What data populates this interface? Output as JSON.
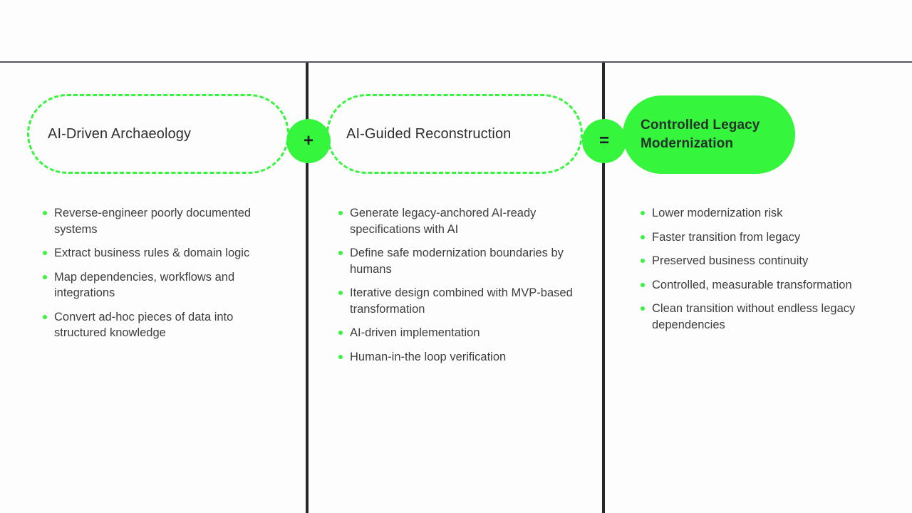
{
  "colors": {
    "accent_green": "#35f53d",
    "divider_dark": "#26282c",
    "top_rule_gray": "#58585c",
    "title_text": "#2f2f33",
    "body_text": "#3e3e41"
  },
  "equation": {
    "plus": "+",
    "equals": "=",
    "columns": [
      {
        "title": "AI-Driven Archaeology",
        "frame": "dashed",
        "bullets": [
          "Reverse-engineer poorly documented systems",
          "Extract business rules & domain logic",
          "Map dependencies, workflows and integrations",
          "Convert ad-hoc pieces of data into structured knowledge"
        ]
      },
      {
        "title": "AI-Guided Reconstruction",
        "frame": "dashed",
        "bullets": [
          "Generate legacy-anchored AI-ready specifications with AI",
          "Define safe modernization boundaries by humans",
          "Iterative design combined with MVP-based transformation",
          "AI-driven implementation",
          "Human-in-the loop verification"
        ]
      },
      {
        "title": "Controlled Legacy Modernization",
        "frame": "solid",
        "bullets": [
          "Lower modernization risk",
          "Faster transition from legacy",
          "Preserved business continuity",
          "Controlled, measurable transformation",
          "Clean transition without endless legacy dependencies"
        ]
      }
    ]
  }
}
